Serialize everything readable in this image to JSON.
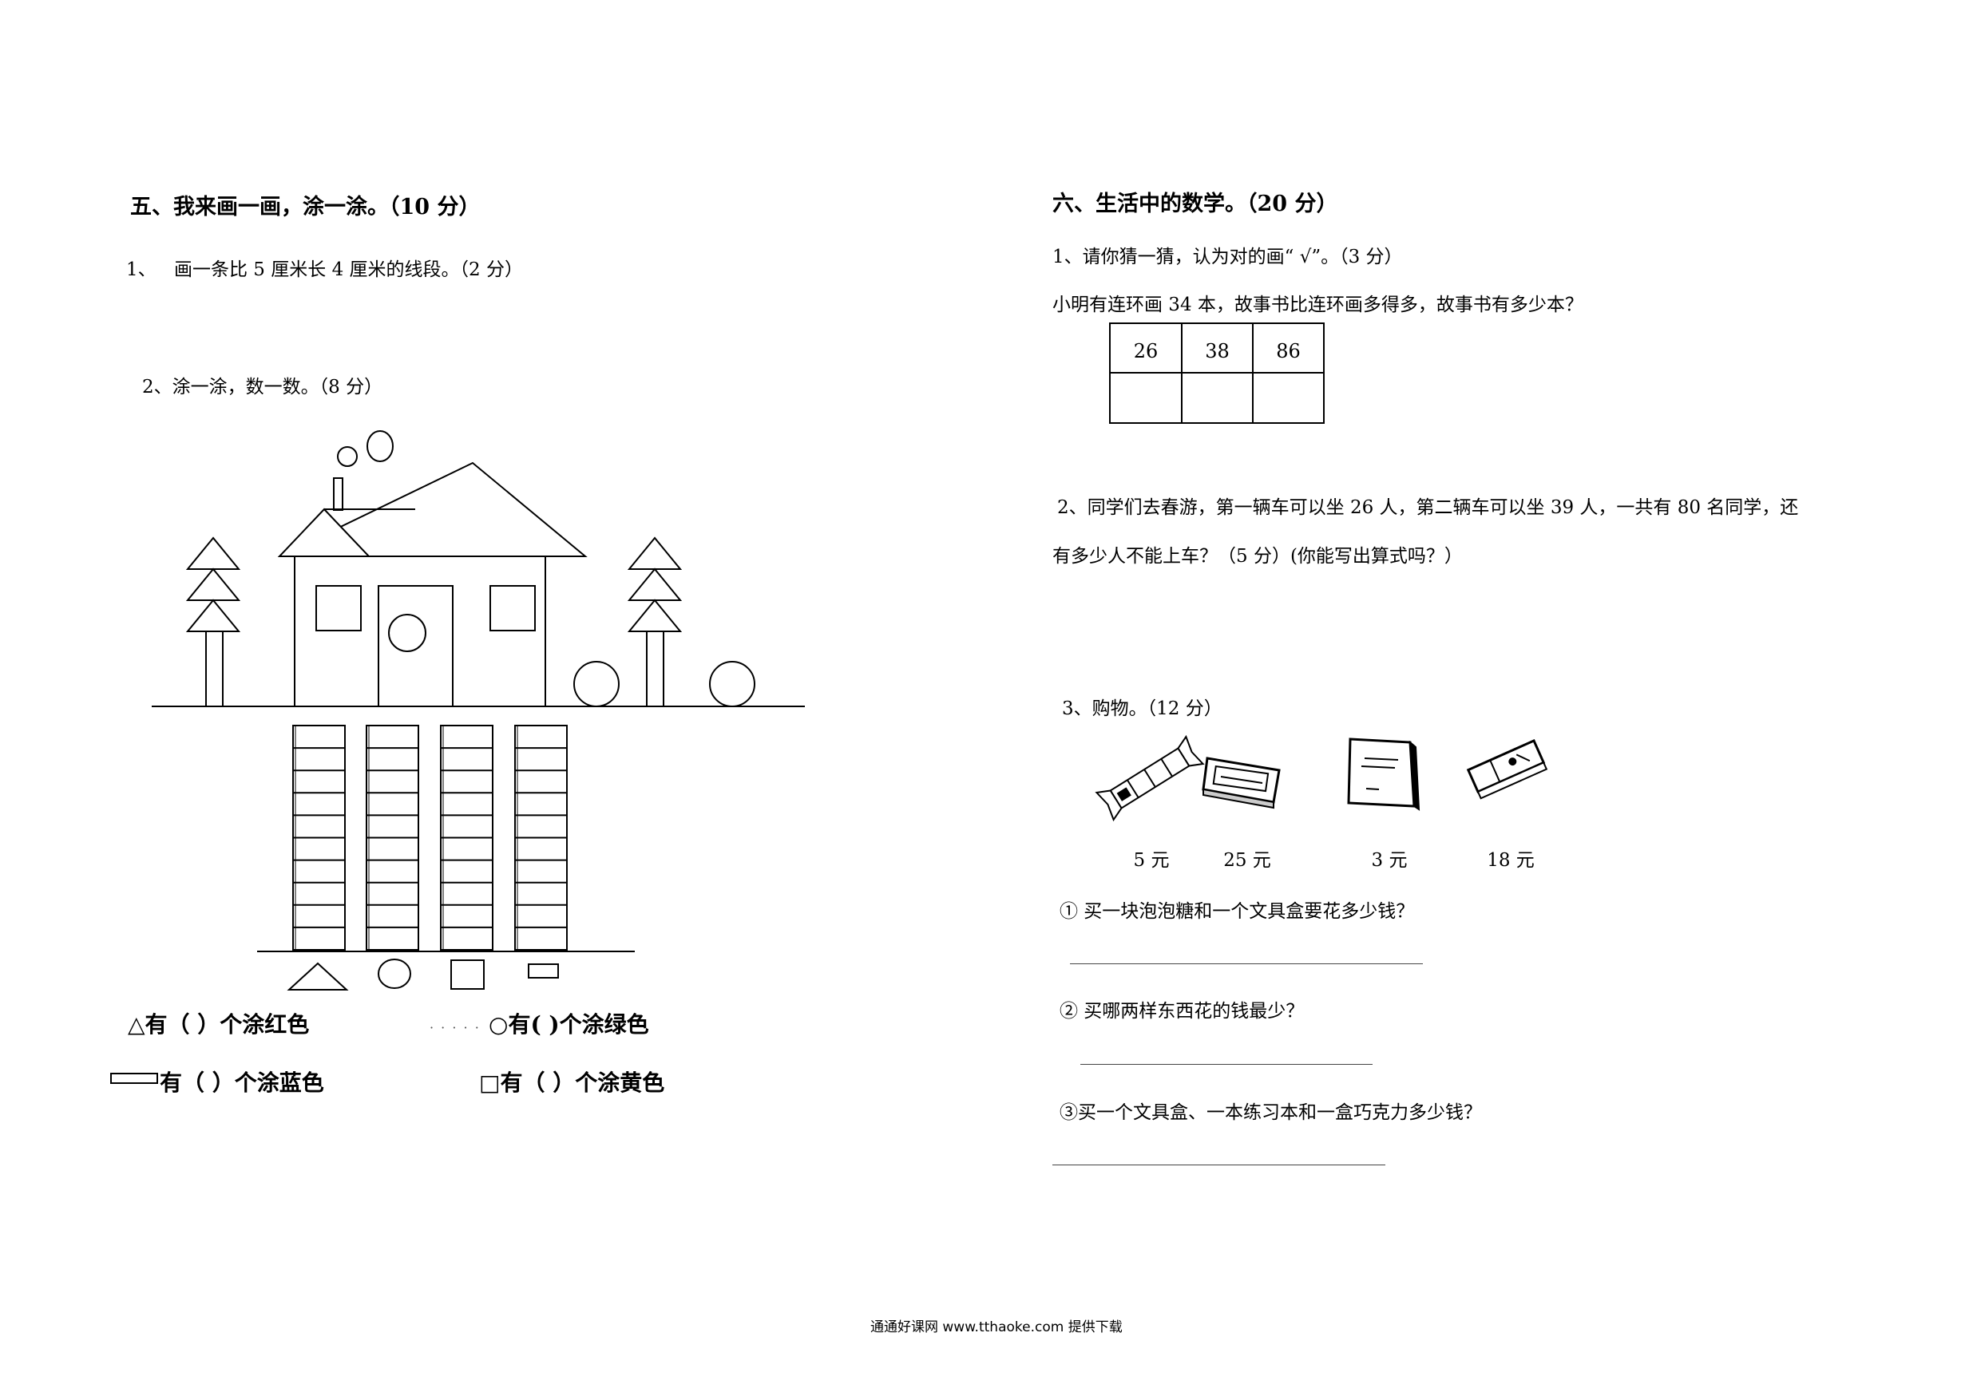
{
  "section5": {
    "title": "五、我来画一画，涂一涂。（10 分）",
    "q1_num": "1、",
    "q1_text": "画一条比 5 厘米长 4 厘米的线段。（2 分）",
    "q2_text": "2、涂一涂，数一数。（8 分）",
    "count_triangle": "有（   ）个涂红色",
    "count_circle": "有(   )个涂绿色",
    "count_rect": "有（   ）个涂蓝色",
    "count_square": "有（     ）个涂黄色",
    "dots": "· · · · ·"
  },
  "section6": {
    "title": "六、生活中的数学。（20 分）",
    "q1_text": "1、请你猜一猜，认为对的画“ √”。（3 分）",
    "q1_problem": "小明有连环画 34 本，故事书比连环画多得多，故事书有多少本？",
    "guess_values": [
      "26",
      "38",
      "86"
    ],
    "q2_line1": "2、同学们去春游，第一辆车可以坐 26 人，第二辆车可以坐 39 人，一共有 80 名同学，还",
    "q2_line2": "有多少人不能上车？（5 分）(你能写出算式吗？）",
    "q3_text": "3、购物。（12 分）",
    "items": [
      {
        "icon": "candy-icon",
        "price": "5 元"
      },
      {
        "icon": "pencil-box-icon",
        "price": "25 元"
      },
      {
        "icon": "exercise-book-icon",
        "price": "3 元"
      },
      {
        "icon": "chocolate-box-icon",
        "price": "18 元"
      }
    ],
    "sub1": "①  买一块泡泡糖和一个文具盒要花多少钱？",
    "sub2": "②  买哪两样东西花的钱最少？",
    "sub3": "③买一个文具盒、一本练习本和一盒巧克力多少钱？"
  },
  "footer": {
    "text": "通通好课网  www.tthaoke.com  提供下载"
  }
}
